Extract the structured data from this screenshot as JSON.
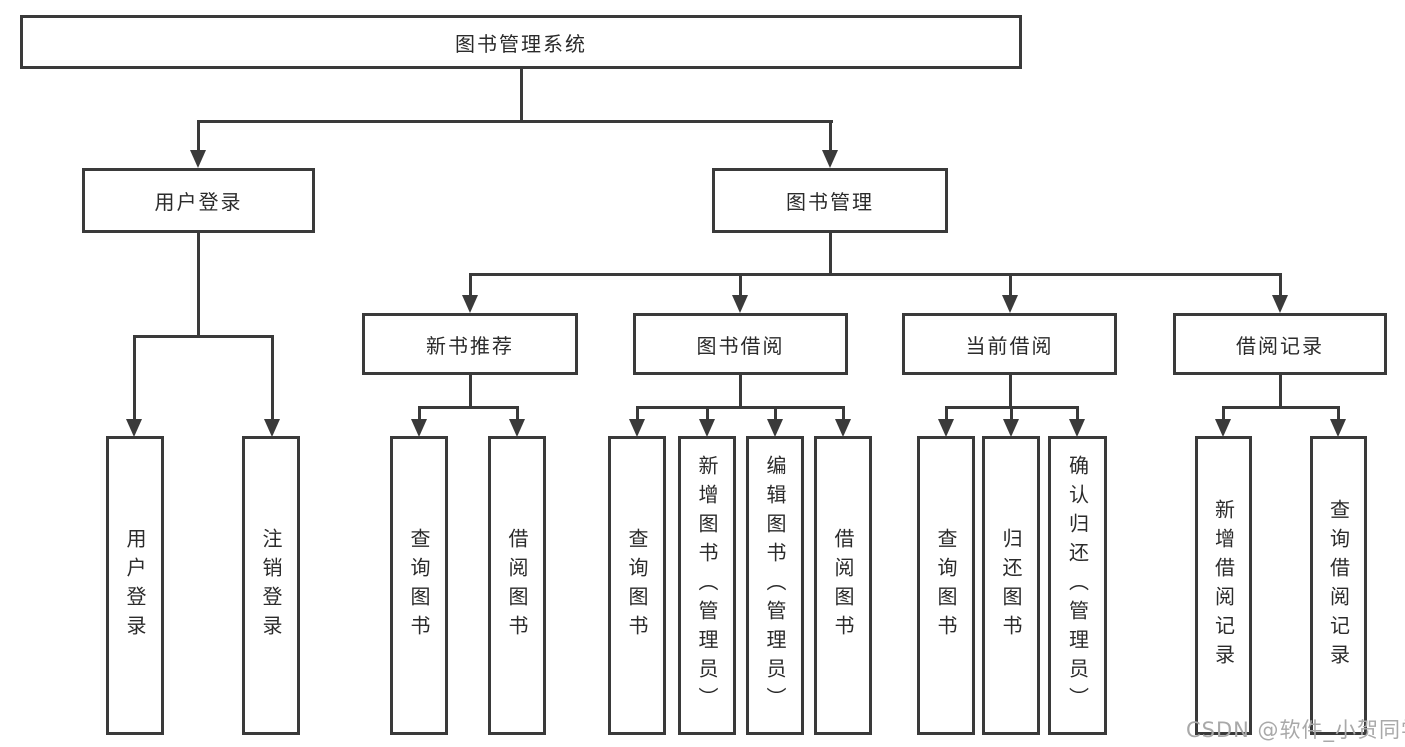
{
  "diagram_type": "hierarchy-tree",
  "tree": {
    "label": "图书管理系统",
    "children": [
      {
        "label": "用户登录",
        "children": [
          {
            "label": "用户登录"
          },
          {
            "label": "注销登录"
          }
        ]
      },
      {
        "label": "图书管理",
        "children": [
          {
            "label": "新书推荐",
            "children": [
              {
                "label": "查询图书"
              },
              {
                "label": "借阅图书"
              }
            ]
          },
          {
            "label": "图书借阅",
            "children": [
              {
                "label": "查询图书"
              },
              {
                "label": "新增图书（管理员）"
              },
              {
                "label": "编辑图书（管理员）"
              },
              {
                "label": "借阅图书"
              }
            ]
          },
          {
            "label": "当前借阅",
            "children": [
              {
                "label": "查询图书"
              },
              {
                "label": "归还图书"
              },
              {
                "label": "确认归还（管理员）"
              }
            ]
          },
          {
            "label": "借阅记录",
            "children": [
              {
                "label": "新增借阅记录"
              },
              {
                "label": "查询借阅记录"
              }
            ]
          }
        ]
      }
    ]
  },
  "watermark": {
    "text": "CSDN @软件_小贺同学"
  },
  "colors": {
    "line": "#3a3a3a",
    "box_border": "#3a3a3a",
    "box_background": "#ffffff",
    "text": "#2b2b2b",
    "watermark": "#a9a9a9"
  }
}
